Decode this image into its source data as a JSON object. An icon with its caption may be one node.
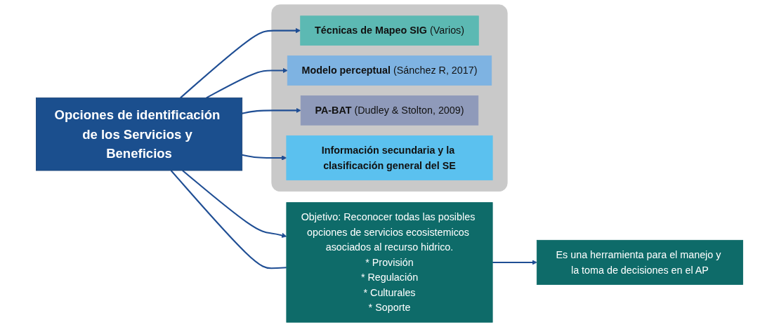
{
  "diagram": {
    "nodes": [
      {
        "text": [
          "Opciones de identificación de los Servicios y Beneficios"
        ]
      },
      {
        "text": [
          "Objetivo: Reconocer todas las posibles opciones de servicios ecosistemicos asociados al recurso hidrico.",
          "* Provisión",
          "* Regulación",
          "* Culturales",
          "* Soporte"
        ]
      },
      {
        "text": [
          "Es una herramienta para el manejo y la toma de decisiones en el AP"
        ]
      },
      {
        "text": [],
        "shape": "box"
      },
      {
        "text": [
          "Técnicas de Mapeo SIG",
          "(Varios)"
        ],
        "in": 3
      },
      {
        "text": [
          "Modelo perceptual",
          "(Sánchez R, 2017)"
        ],
        "in": 3
      },
      {
        "text": [
          "PA-BAT",
          "(Dudley & Stolton, 2009)"
        ],
        "in": 3
      },
      {
        "text": [
          "Información secundaria y la clasificación general del SE"
        ],
        "in": 3
      }
    ],
    "edges": [
      {
        "from": 0,
        "to": 1,
        "arrow": "to"
      },
      {
        "from": 0,
        "to": 1,
        "arrow": "none"
      },
      {
        "from": 1,
        "to": 2,
        "arrow": "to"
      },
      {
        "from": 0,
        "to": 4,
        "arrow": "to"
      },
      {
        "from": 0,
        "to": 5,
        "arrow": "to"
      },
      {
        "from": 0,
        "to": 6,
        "arrow": "to"
      },
      {
        "from": 0,
        "to": 7,
        "arrow": "to"
      }
    ]
  }
}
